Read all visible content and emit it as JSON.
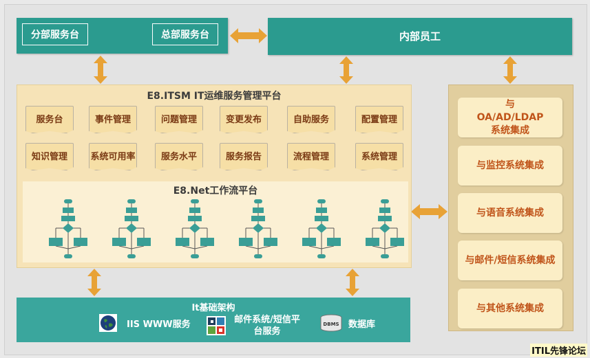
{
  "top": {
    "branch_desk": "分部服务台",
    "hq_desk": "总部服务台",
    "internal_staff": "内部员工"
  },
  "itsm": {
    "title": "E8.ITSM IT运维服务管理平台",
    "modules_row1": [
      "服务台",
      "事件管理",
      "问题管理",
      "变更发布",
      "自助服务",
      "配置管理"
    ],
    "modules_row2": [
      "知识管理",
      "系统可用率",
      "服务水平",
      "服务报告",
      "流程管理",
      "系统管理"
    ]
  },
  "workflow": {
    "title": "E8.Net工作流平台",
    "flow_count": 6
  },
  "integrations": [
    "与OA/AD/LDAP系统集成",
    "与监控系统集成",
    "与语音系统集成",
    "与邮件/短信系统集成",
    "与其他系统集成"
  ],
  "infra": {
    "title": "It基础架构",
    "items": [
      {
        "label": "IIS WWW服务",
        "icon": "globe-icon"
      },
      {
        "label": "邮件系统/短信平台服务",
        "icon": "mail-sms-icon"
      },
      {
        "label": "数据库",
        "icon": "database-icon",
        "icon_text": "DBMS"
      }
    ]
  },
  "watermark": "ITIL先锋论坛",
  "colors": {
    "teal": "#2b9b8f",
    "panel": "#f6e3b7",
    "arrow": "#e8a236",
    "module_text": "#7a3a14",
    "integration_text": "#c0541a"
  }
}
